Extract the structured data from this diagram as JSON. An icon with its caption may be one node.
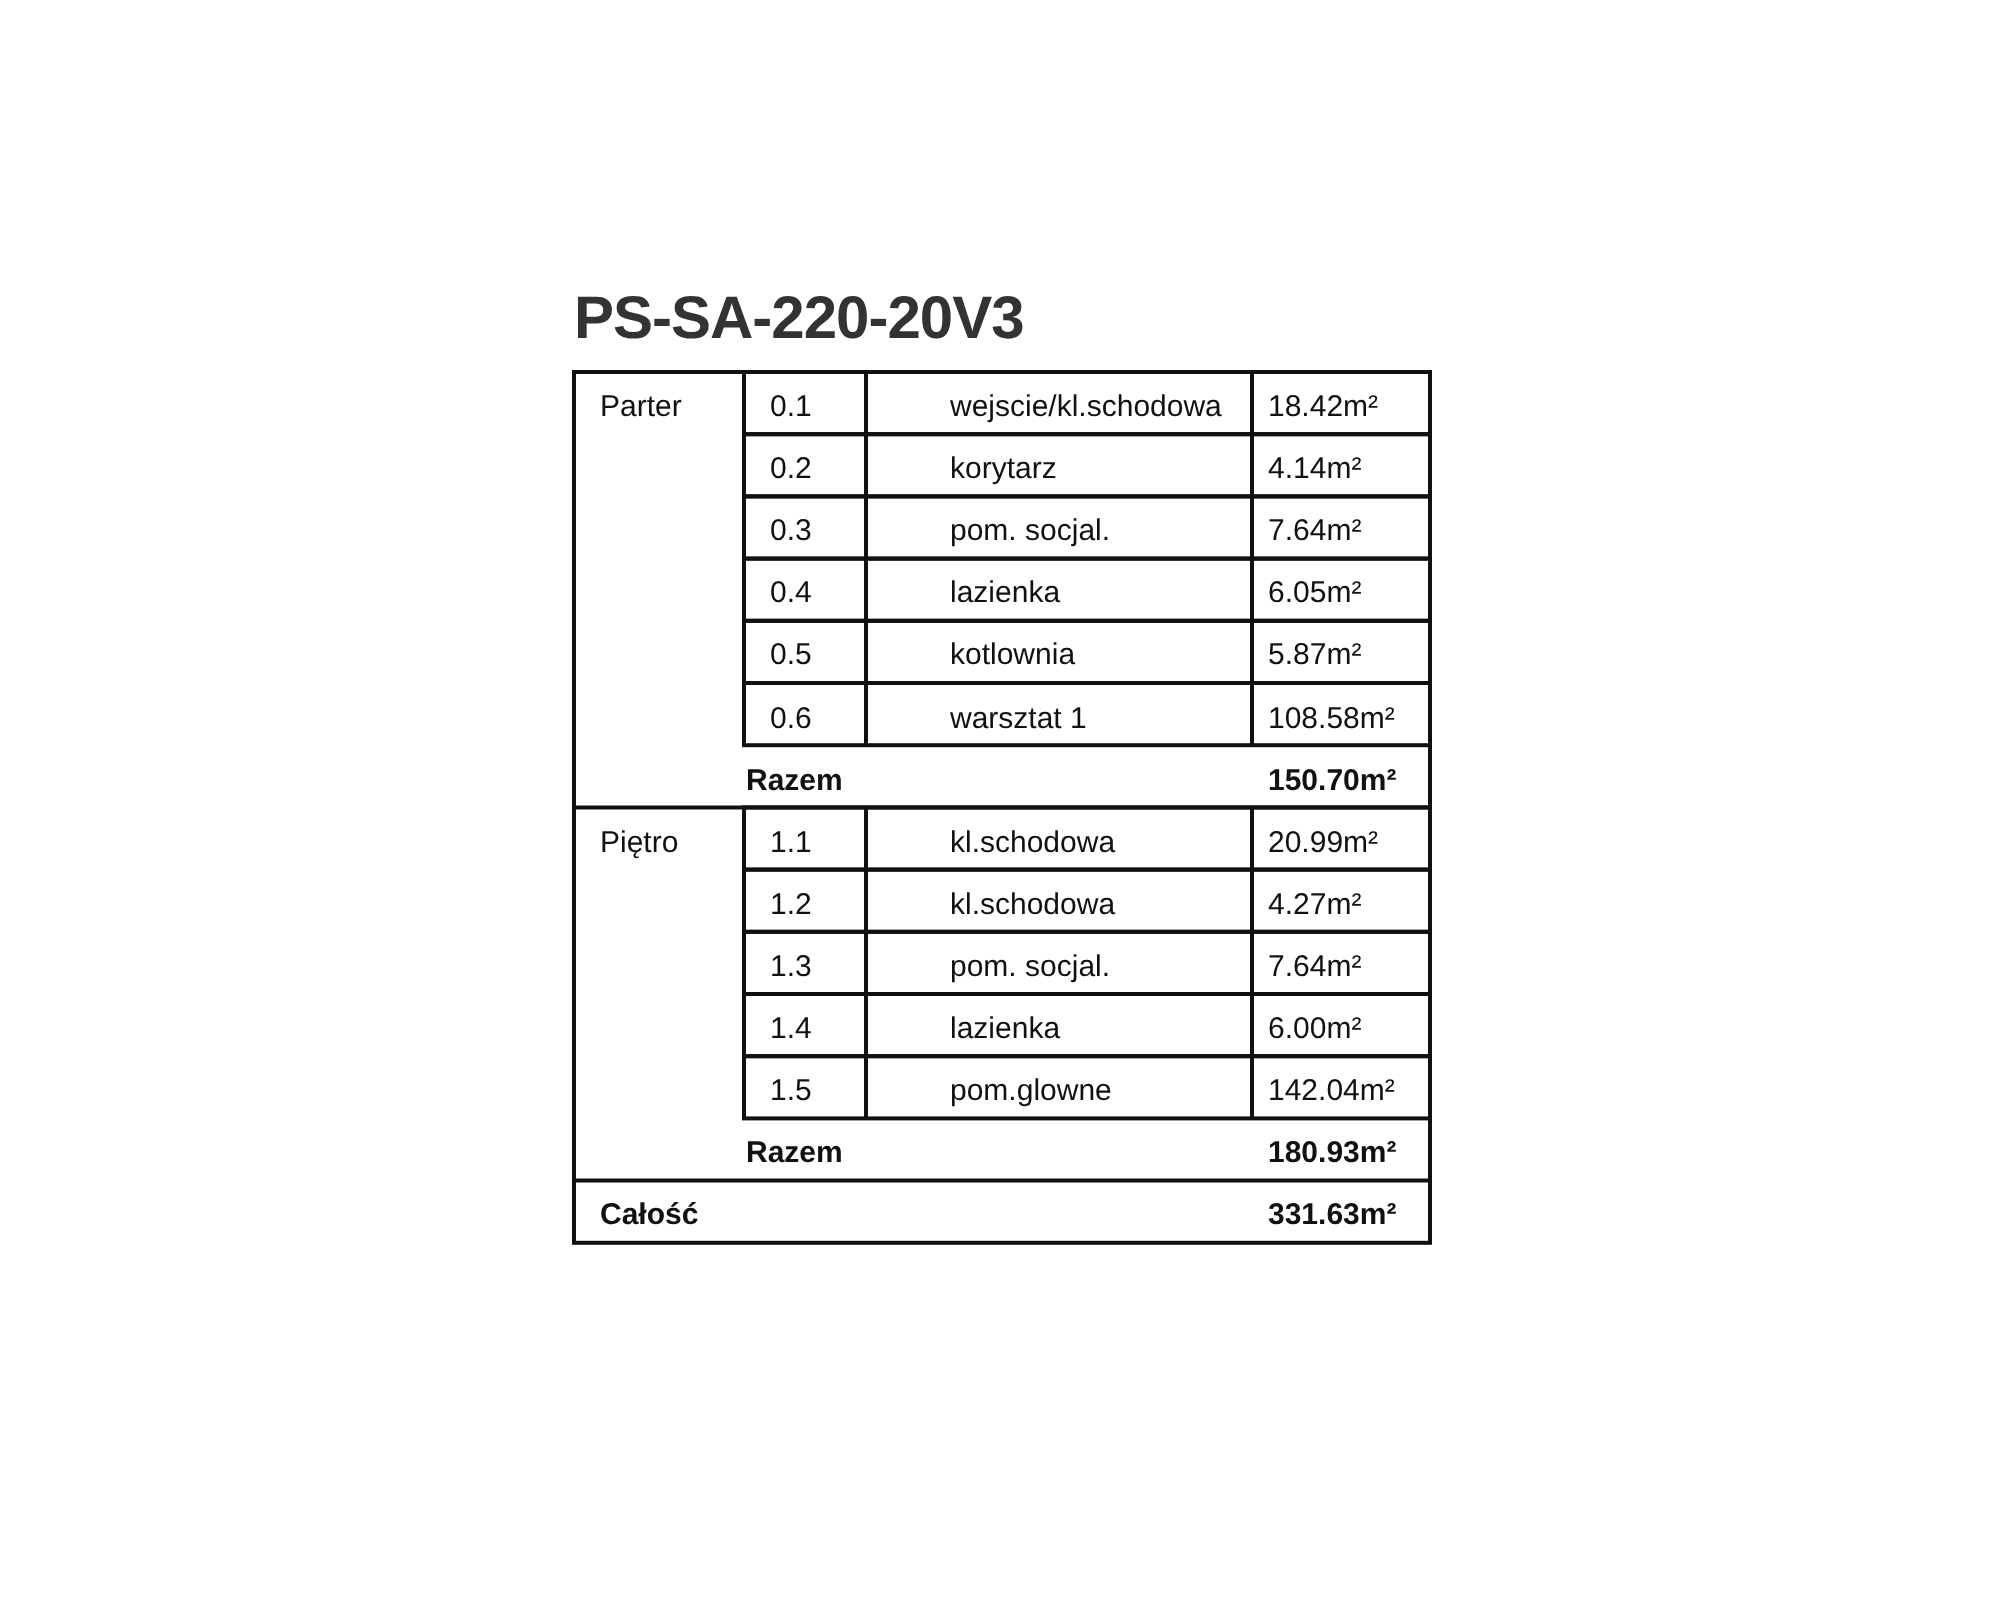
{
  "diagram": {
    "title": "PS-SA-220-20V3",
    "labels": [
      "Parter",
      "0.1",
      "wejscie/kl.schodowa",
      "18.42m²",
      "0.2",
      "korytarz",
      "4.14m²",
      "0.3",
      "pom. socjal.",
      "7.64m²",
      "0.4",
      "lazienka",
      "6.05m²",
      "0.5",
      "kotlownia",
      "5.87m²",
      "0.6",
      "warsztat 1",
      "108.58m²",
      "Razem",
      "150.70m²",
      "Piętro",
      "1.1",
      "kl.schodowa",
      "20.99m²",
      "1.2",
      "kl.schodowa",
      "4.27m²",
      "1.3",
      "pom. socjal.",
      "7.64m²",
      "1.4",
      "lazienka",
      "6.00m²",
      "1.5",
      "pom.glowne",
      "142.04m²",
      "Razem",
      "180.93m²",
      "Całość",
      "331.63m²"
    ]
  }
}
